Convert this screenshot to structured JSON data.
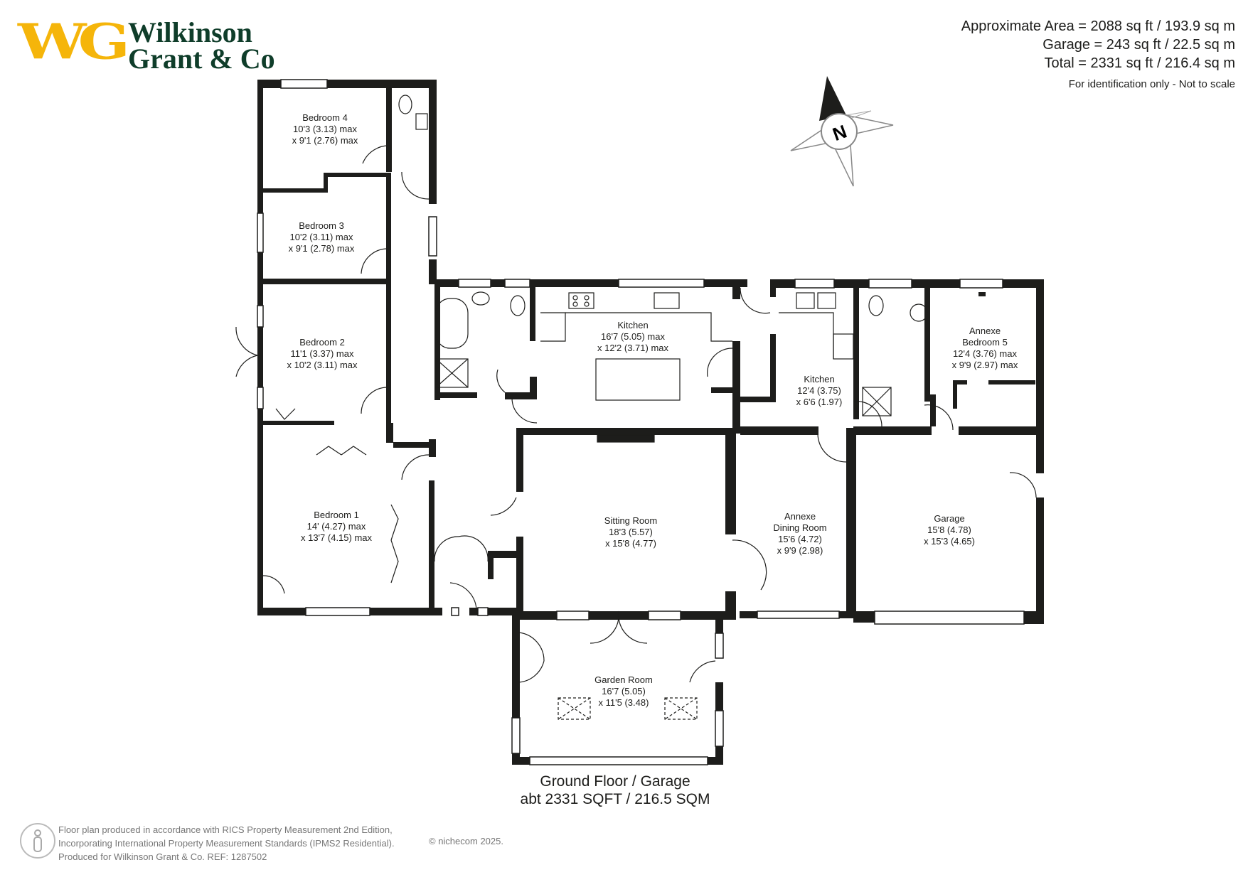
{
  "logo": {
    "initials": "WG",
    "name_line1": "Wilkinson",
    "name_line2": "Grant & Co"
  },
  "areas": {
    "approx": "Approximate Area = 2088 sq ft / 193.9 sq m",
    "garage": "Garage = 243 sq ft / 22.5 sq m",
    "total": "Total = 2331 sq ft / 216.4 sq m",
    "note": "For identification only - Not to scale"
  },
  "compass": {
    "label": "N"
  },
  "rooms": {
    "bedroom4": [
      "Bedroom 4",
      "10'3 (3.13) max",
      "x 9'1 (2.76) max"
    ],
    "bedroom3": [
      "Bedroom 3",
      "10'2 (3.11) max",
      "x 9'1 (2.78) max"
    ],
    "bedroom2": [
      "Bedroom 2",
      "11'1 (3.37) max",
      "x 10'2 (3.11) max"
    ],
    "bedroom1": [
      "Bedroom 1",
      "14' (4.27) max",
      "x 13'7 (4.15) max"
    ],
    "kitchen": [
      "Kitchen",
      "16'7 (5.05) max",
      "x 12'2 (3.71) max"
    ],
    "sitting_room": [
      "Sitting Room",
      "18'3 (5.57)",
      "x 15'8 (4.77)"
    ],
    "annexe_kitchen": [
      "Kitchen",
      "12'4 (3.75)",
      "x 6'6 (1.97)"
    ],
    "annexe_bedroom5": [
      "Annexe",
      "Bedroom 5",
      "12'4 (3.76) max",
      "x 9'9 (2.97) max"
    ],
    "annexe_dining": [
      "Annexe",
      "Dining Room",
      "15'6 (4.72)",
      "x 9'9 (2.98)"
    ],
    "garage": [
      "Garage",
      "15'8 (4.78)",
      "x 15'3 (4.65)"
    ],
    "garden_room": [
      "Garden Room",
      "16'7 (5.05)",
      "x 11'5 (3.48)"
    ]
  },
  "caption": {
    "line1": "Ground Floor / Garage",
    "line2": "abt 2331 SQFT / 216.5 SQM"
  },
  "footer": {
    "line1": "Floor plan produced in accordance with RICS Property Measurement 2nd Edition,",
    "line2": "Incorporating International Property Measurement Standards (IPMS2 Residential).",
    "line3": "Produced for Wilkinson Grant & Co.   REF:  1287502",
    "copyright": "©  nichecom  2025."
  },
  "colors": {
    "wall": "#1d1d1b",
    "logo_gold": "#f5b50a",
    "logo_green": "#0f3d2a"
  }
}
